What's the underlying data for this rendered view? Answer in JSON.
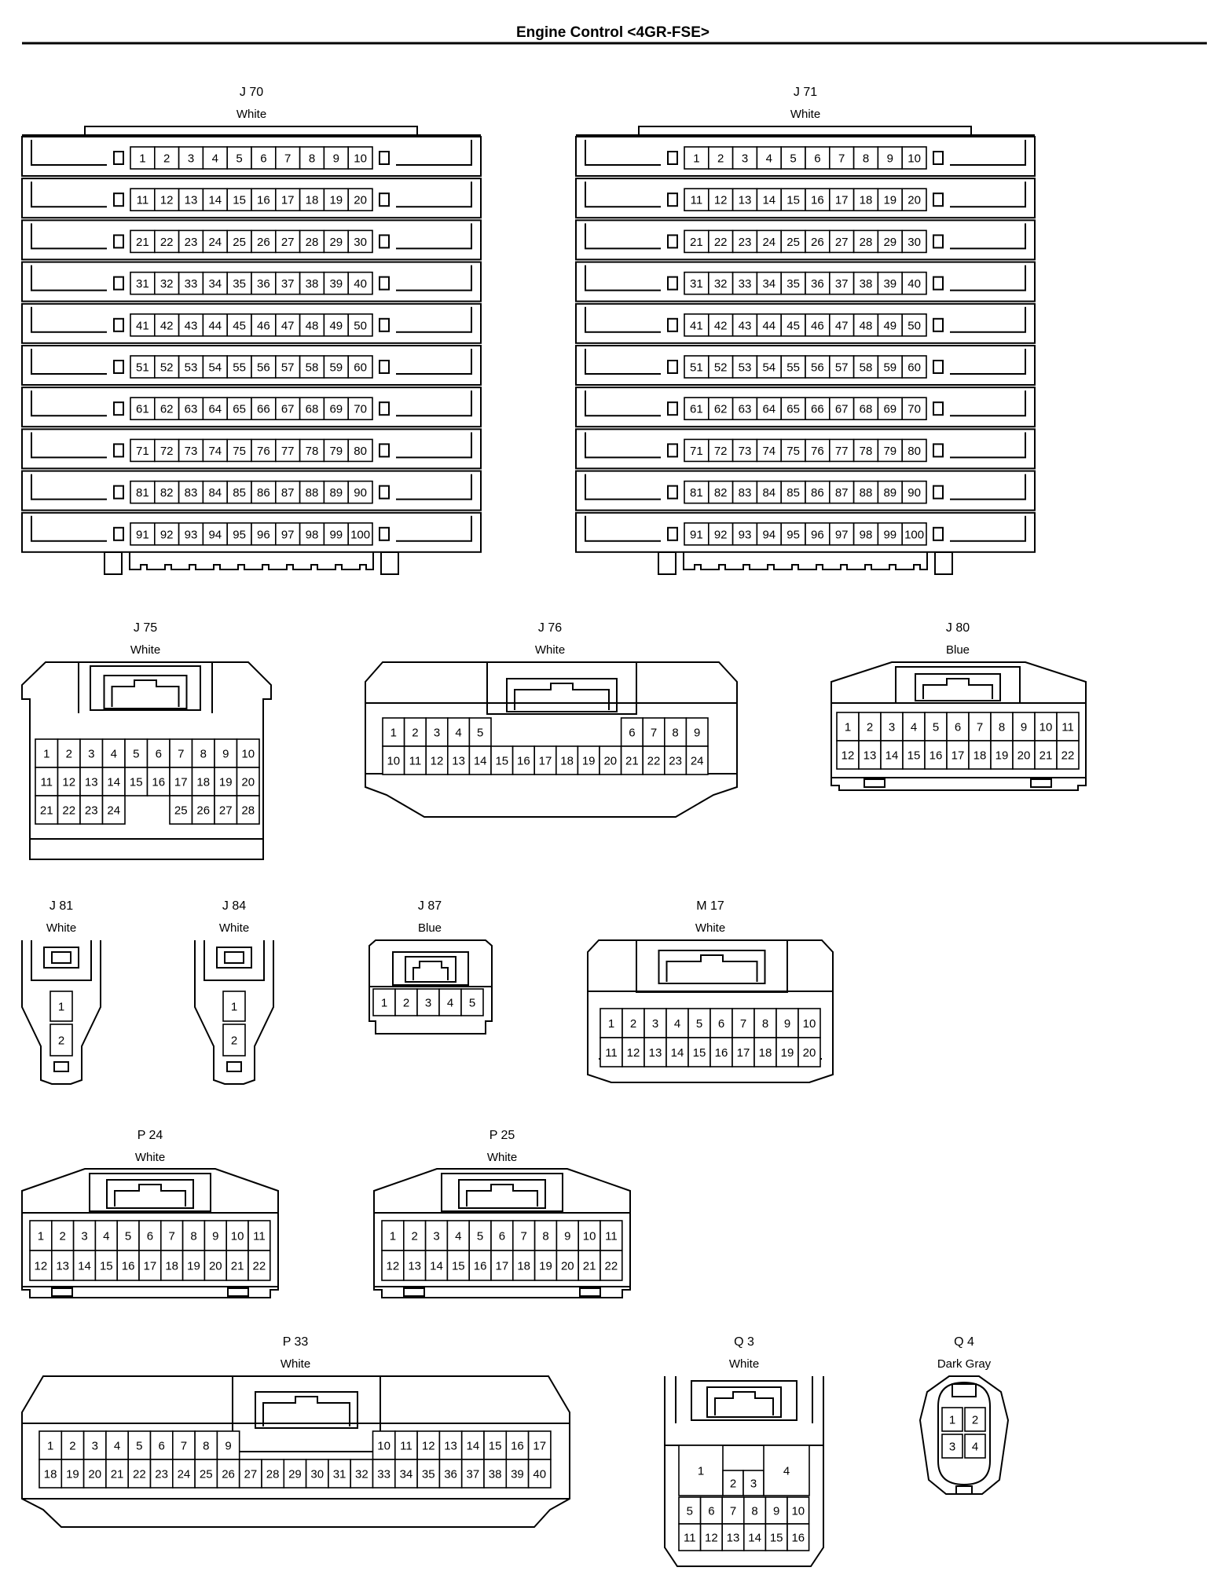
{
  "page": {
    "title": "Engine Control <4GR-FSE>"
  },
  "connectors": [
    {
      "id": "J 70",
      "color": "White",
      "style": "ecu",
      "rows": [
        [
          "1",
          "2",
          "3",
          "4",
          "5",
          "6",
          "7",
          "8",
          "9",
          "10"
        ],
        [
          "11",
          "12",
          "13",
          "14",
          "15",
          "16",
          "17",
          "18",
          "19",
          "20"
        ],
        [
          "21",
          "22",
          "23",
          "24",
          "25",
          "26",
          "27",
          "28",
          "29",
          "30"
        ],
        [
          "31",
          "32",
          "33",
          "34",
          "35",
          "36",
          "37",
          "38",
          "39",
          "40"
        ],
        [
          "41",
          "42",
          "43",
          "44",
          "45",
          "46",
          "47",
          "48",
          "49",
          "50"
        ],
        [
          "51",
          "52",
          "53",
          "54",
          "55",
          "56",
          "57",
          "58",
          "59",
          "60"
        ],
        [
          "61",
          "62",
          "63",
          "64",
          "65",
          "66",
          "67",
          "68",
          "69",
          "70"
        ],
        [
          "71",
          "72",
          "73",
          "74",
          "75",
          "76",
          "77",
          "78",
          "79",
          "80"
        ],
        [
          "81",
          "82",
          "83",
          "84",
          "85",
          "86",
          "87",
          "88",
          "89",
          "90"
        ],
        [
          "91",
          "92",
          "93",
          "94",
          "95",
          "96",
          "97",
          "98",
          "99",
          "100"
        ]
      ]
    },
    {
      "id": "J 71",
      "color": "White",
      "style": "ecu",
      "rows": [
        [
          "1",
          "2",
          "3",
          "4",
          "5",
          "6",
          "7",
          "8",
          "9",
          "10"
        ],
        [
          "11",
          "12",
          "13",
          "14",
          "15",
          "16",
          "17",
          "18",
          "19",
          "20"
        ],
        [
          "21",
          "22",
          "23",
          "24",
          "25",
          "26",
          "27",
          "28",
          "29",
          "30"
        ],
        [
          "31",
          "32",
          "33",
          "34",
          "35",
          "36",
          "37",
          "38",
          "39",
          "40"
        ],
        [
          "41",
          "42",
          "43",
          "44",
          "45",
          "46",
          "47",
          "48",
          "49",
          "50"
        ],
        [
          "51",
          "52",
          "53",
          "54",
          "55",
          "56",
          "57",
          "58",
          "59",
          "60"
        ],
        [
          "61",
          "62",
          "63",
          "64",
          "65",
          "66",
          "67",
          "68",
          "69",
          "70"
        ],
        [
          "71",
          "72",
          "73",
          "74",
          "75",
          "76",
          "77",
          "78",
          "79",
          "80"
        ],
        [
          "81",
          "82",
          "83",
          "84",
          "85",
          "86",
          "87",
          "88",
          "89",
          "90"
        ],
        [
          "91",
          "92",
          "93",
          "94",
          "95",
          "96",
          "97",
          "98",
          "99",
          "100"
        ]
      ]
    },
    {
      "id": "J 75",
      "color": "White",
      "style": "tall",
      "rows": [
        [
          "1",
          "2",
          "3",
          "4",
          "5",
          "6",
          "7",
          "8",
          "9",
          "10"
        ],
        [
          "11",
          "12",
          "13",
          "14",
          "15",
          "16",
          "17",
          "18",
          "19",
          "20"
        ],
        [
          "21",
          "22",
          "23",
          "24",
          "",
          "",
          "25",
          "26",
          "27",
          "28"
        ]
      ]
    },
    {
      "id": "J 76",
      "color": "White",
      "style": "wide",
      "rows": [
        [
          "1",
          "2",
          "3",
          "4",
          "5",
          "",
          "",
          "",
          "",
          "",
          "",
          "6",
          "7",
          "8",
          "9"
        ],
        [
          "10",
          "11",
          "12",
          "13",
          "14",
          "15",
          "16",
          "17",
          "18",
          "19",
          "20",
          "21",
          "22",
          "23",
          "24"
        ]
      ]
    },
    {
      "id": "J 80",
      "color": "Blue",
      "style": "flat",
      "rows": [
        [
          "1",
          "2",
          "3",
          "4",
          "5",
          "6",
          "7",
          "8",
          "9",
          "10",
          "11"
        ],
        [
          "12",
          "13",
          "14",
          "15",
          "16",
          "17",
          "18",
          "19",
          "20",
          "21",
          "22"
        ]
      ]
    },
    {
      "id": "J 81",
      "color": "White",
      "style": "plug2",
      "rows": [
        [
          "1"
        ],
        [
          "2"
        ]
      ]
    },
    {
      "id": "J 84",
      "color": "White",
      "style": "plug2",
      "rows": [
        [
          "1"
        ],
        [
          "2"
        ]
      ]
    },
    {
      "id": "J 87",
      "color": "Blue",
      "style": "small",
      "rows": [
        [
          "1",
          "2",
          "3",
          "4",
          "5"
        ]
      ]
    },
    {
      "id": "M 17",
      "color": "White",
      "style": "wide",
      "rows": [
        [
          "1",
          "2",
          "3",
          "4",
          "5",
          "6",
          "7",
          "8",
          "9",
          "10"
        ],
        [
          "11",
          "12",
          "13",
          "14",
          "15",
          "16",
          "17",
          "18",
          "19",
          "20"
        ]
      ]
    },
    {
      "id": "P 24",
      "color": "White",
      "style": "flat",
      "rows": [
        [
          "1",
          "2",
          "3",
          "4",
          "5",
          "6",
          "7",
          "8",
          "9",
          "10",
          "11"
        ],
        [
          "12",
          "13",
          "14",
          "15",
          "16",
          "17",
          "18",
          "19",
          "20",
          "21",
          "22"
        ]
      ]
    },
    {
      "id": "P 25",
      "color": "White",
      "style": "flat",
      "rows": [
        [
          "1",
          "2",
          "3",
          "4",
          "5",
          "6",
          "7",
          "8",
          "9",
          "10",
          "11"
        ],
        [
          "12",
          "13",
          "14",
          "15",
          "16",
          "17",
          "18",
          "19",
          "20",
          "21",
          "22"
        ]
      ]
    },
    {
      "id": "P 33",
      "color": "White",
      "style": "wide",
      "rows": [
        [
          "1",
          "2",
          "3",
          "4",
          "5",
          "6",
          "7",
          "8",
          "9",
          "",
          "",
          "",
          "",
          "",
          "",
          "10",
          "11",
          "12",
          "13",
          "14",
          "15",
          "16",
          "17"
        ],
        [
          "18",
          "19",
          "20",
          "21",
          "22",
          "23",
          "24",
          "25",
          "26",
          "27",
          "28",
          "29",
          "30",
          "31",
          "32",
          "33",
          "34",
          "35",
          "36",
          "37",
          "38",
          "39",
          "40"
        ]
      ]
    },
    {
      "id": "Q 3",
      "color": "White",
      "style": "q3",
      "pins": [
        "1",
        "2",
        "3",
        "4",
        "5",
        "6",
        "7",
        "8",
        "9",
        "10",
        "11",
        "12",
        "13",
        "14",
        "15",
        "16"
      ]
    },
    {
      "id": "Q 4",
      "color": "Dark Gray",
      "style": "round",
      "pins": [
        "1",
        "2",
        "3",
        "4"
      ]
    }
  ]
}
